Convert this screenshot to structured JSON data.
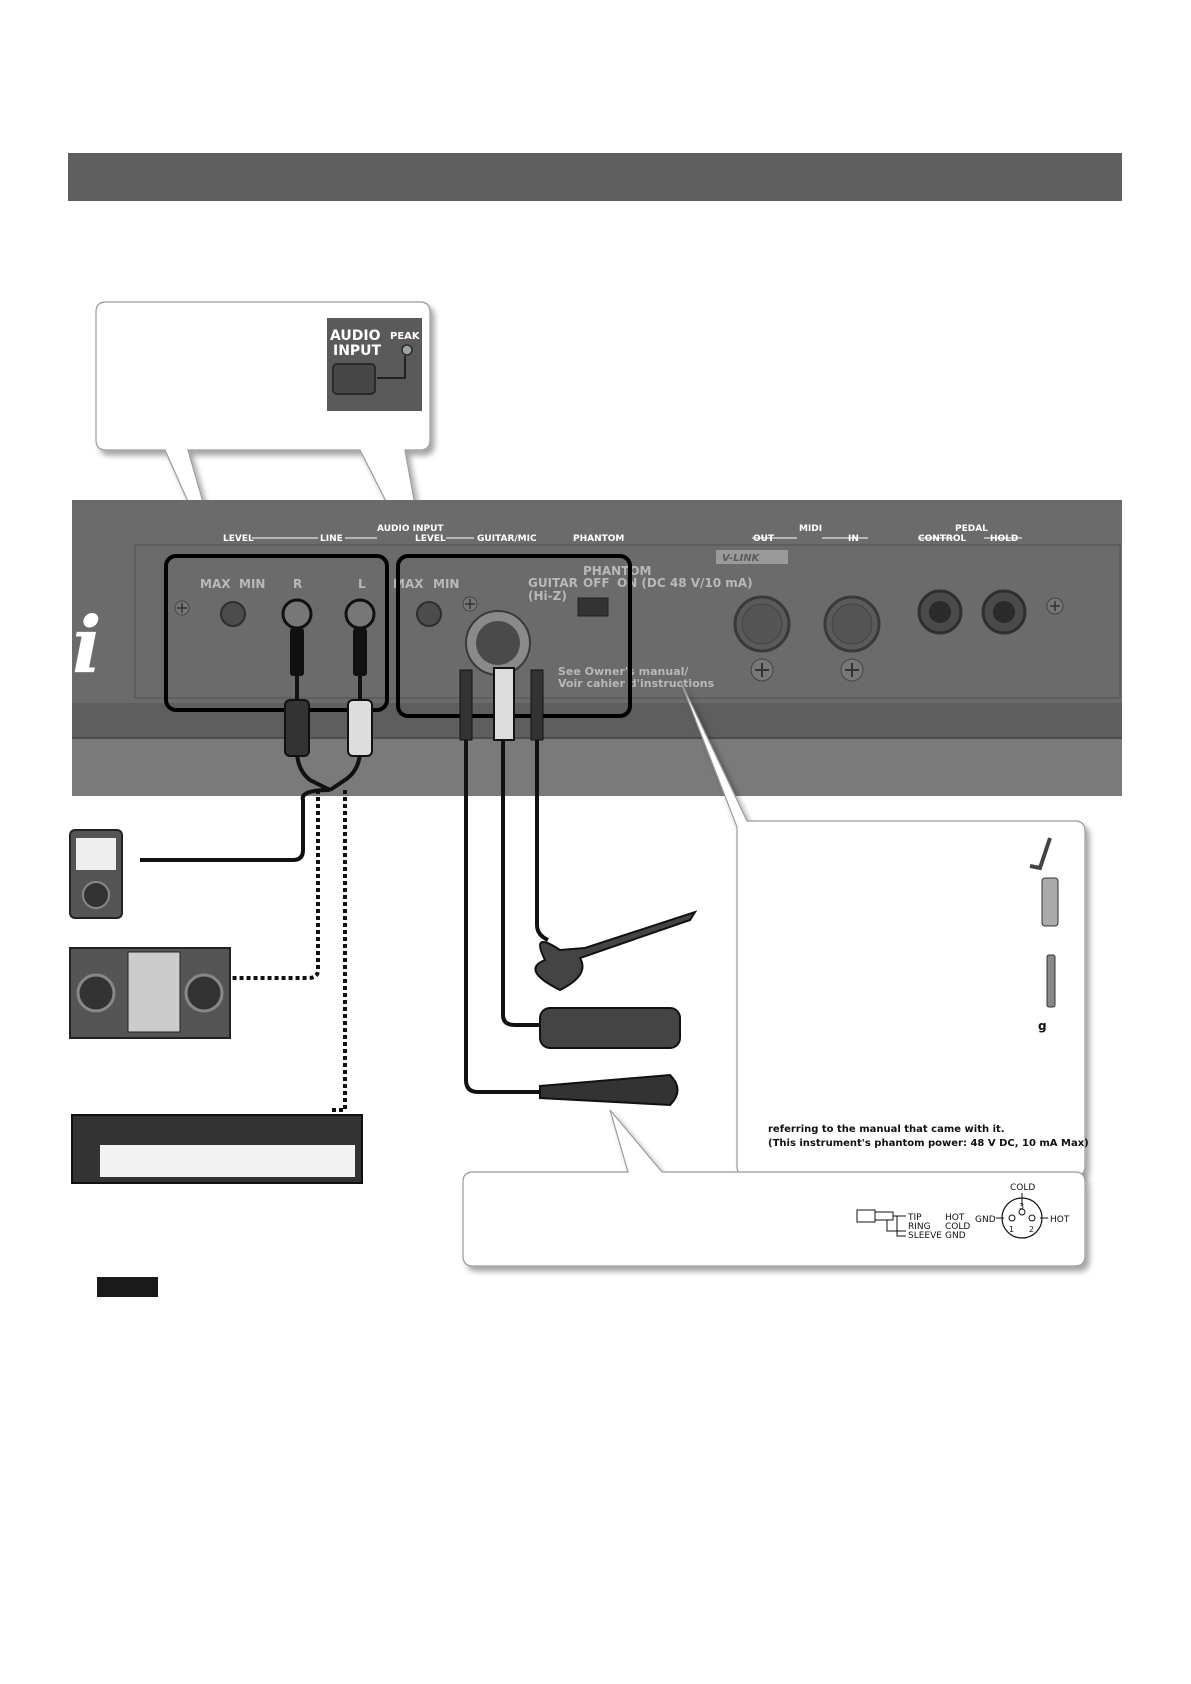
{
  "panel": {
    "audio_input_header": "AUDIO INPUT",
    "level_left": "LEVEL",
    "line": "LINE",
    "level_mid": "LEVEL",
    "guitar_mic": "GUITAR/MIC",
    "phantom": "PHANTOM",
    "midi": "MIDI",
    "midi_out": "OUT",
    "midi_in": "IN",
    "pedal": "PEDAL",
    "pedal_control": "CONTROL",
    "pedal_hold": "HOLD",
    "max_1": "MAX",
    "min_1": "MIN",
    "r": "R",
    "l": "L",
    "max_2": "MAX",
    "min_2": "MIN",
    "guitar": "GUITAR",
    "hiz": "(Hi-Z)",
    "phantom_label": "PHANTOM",
    "off": "OFF",
    "on_spec": "ON (DC 48 V/10 mA)",
    "see_manual_1": "See Owner's manual/",
    "see_manual_2": "Voir cahier d'instructions",
    "vlink": "V-LINK",
    "logo_letter": "i"
  },
  "inset": {
    "audio": "AUDIO",
    "input": "INPUT",
    "peak": "PEAK"
  },
  "callout_right": {
    "g_glyph": "g",
    "line_1": "referring to the manual that came with it.",
    "line_2": "(This instrument's phantom power: 48 V DC, 10 mA Max)"
  },
  "callout_bottom": {
    "tip": "TIP",
    "ring": "RING",
    "sleeve": "SLEEVE",
    "hot": "HOT",
    "cold": "COLD",
    "gnd": "GND",
    "xlr_cold": "COLD",
    "xlr_gnd": "GND",
    "xlr_hot": "HOT",
    "pin1": "1",
    "pin2": "2",
    "pin3": "3"
  },
  "colors": {
    "header_bar": "#5f5f5f",
    "panel": "#6b6b6b",
    "panel_dark": "#555555"
  }
}
